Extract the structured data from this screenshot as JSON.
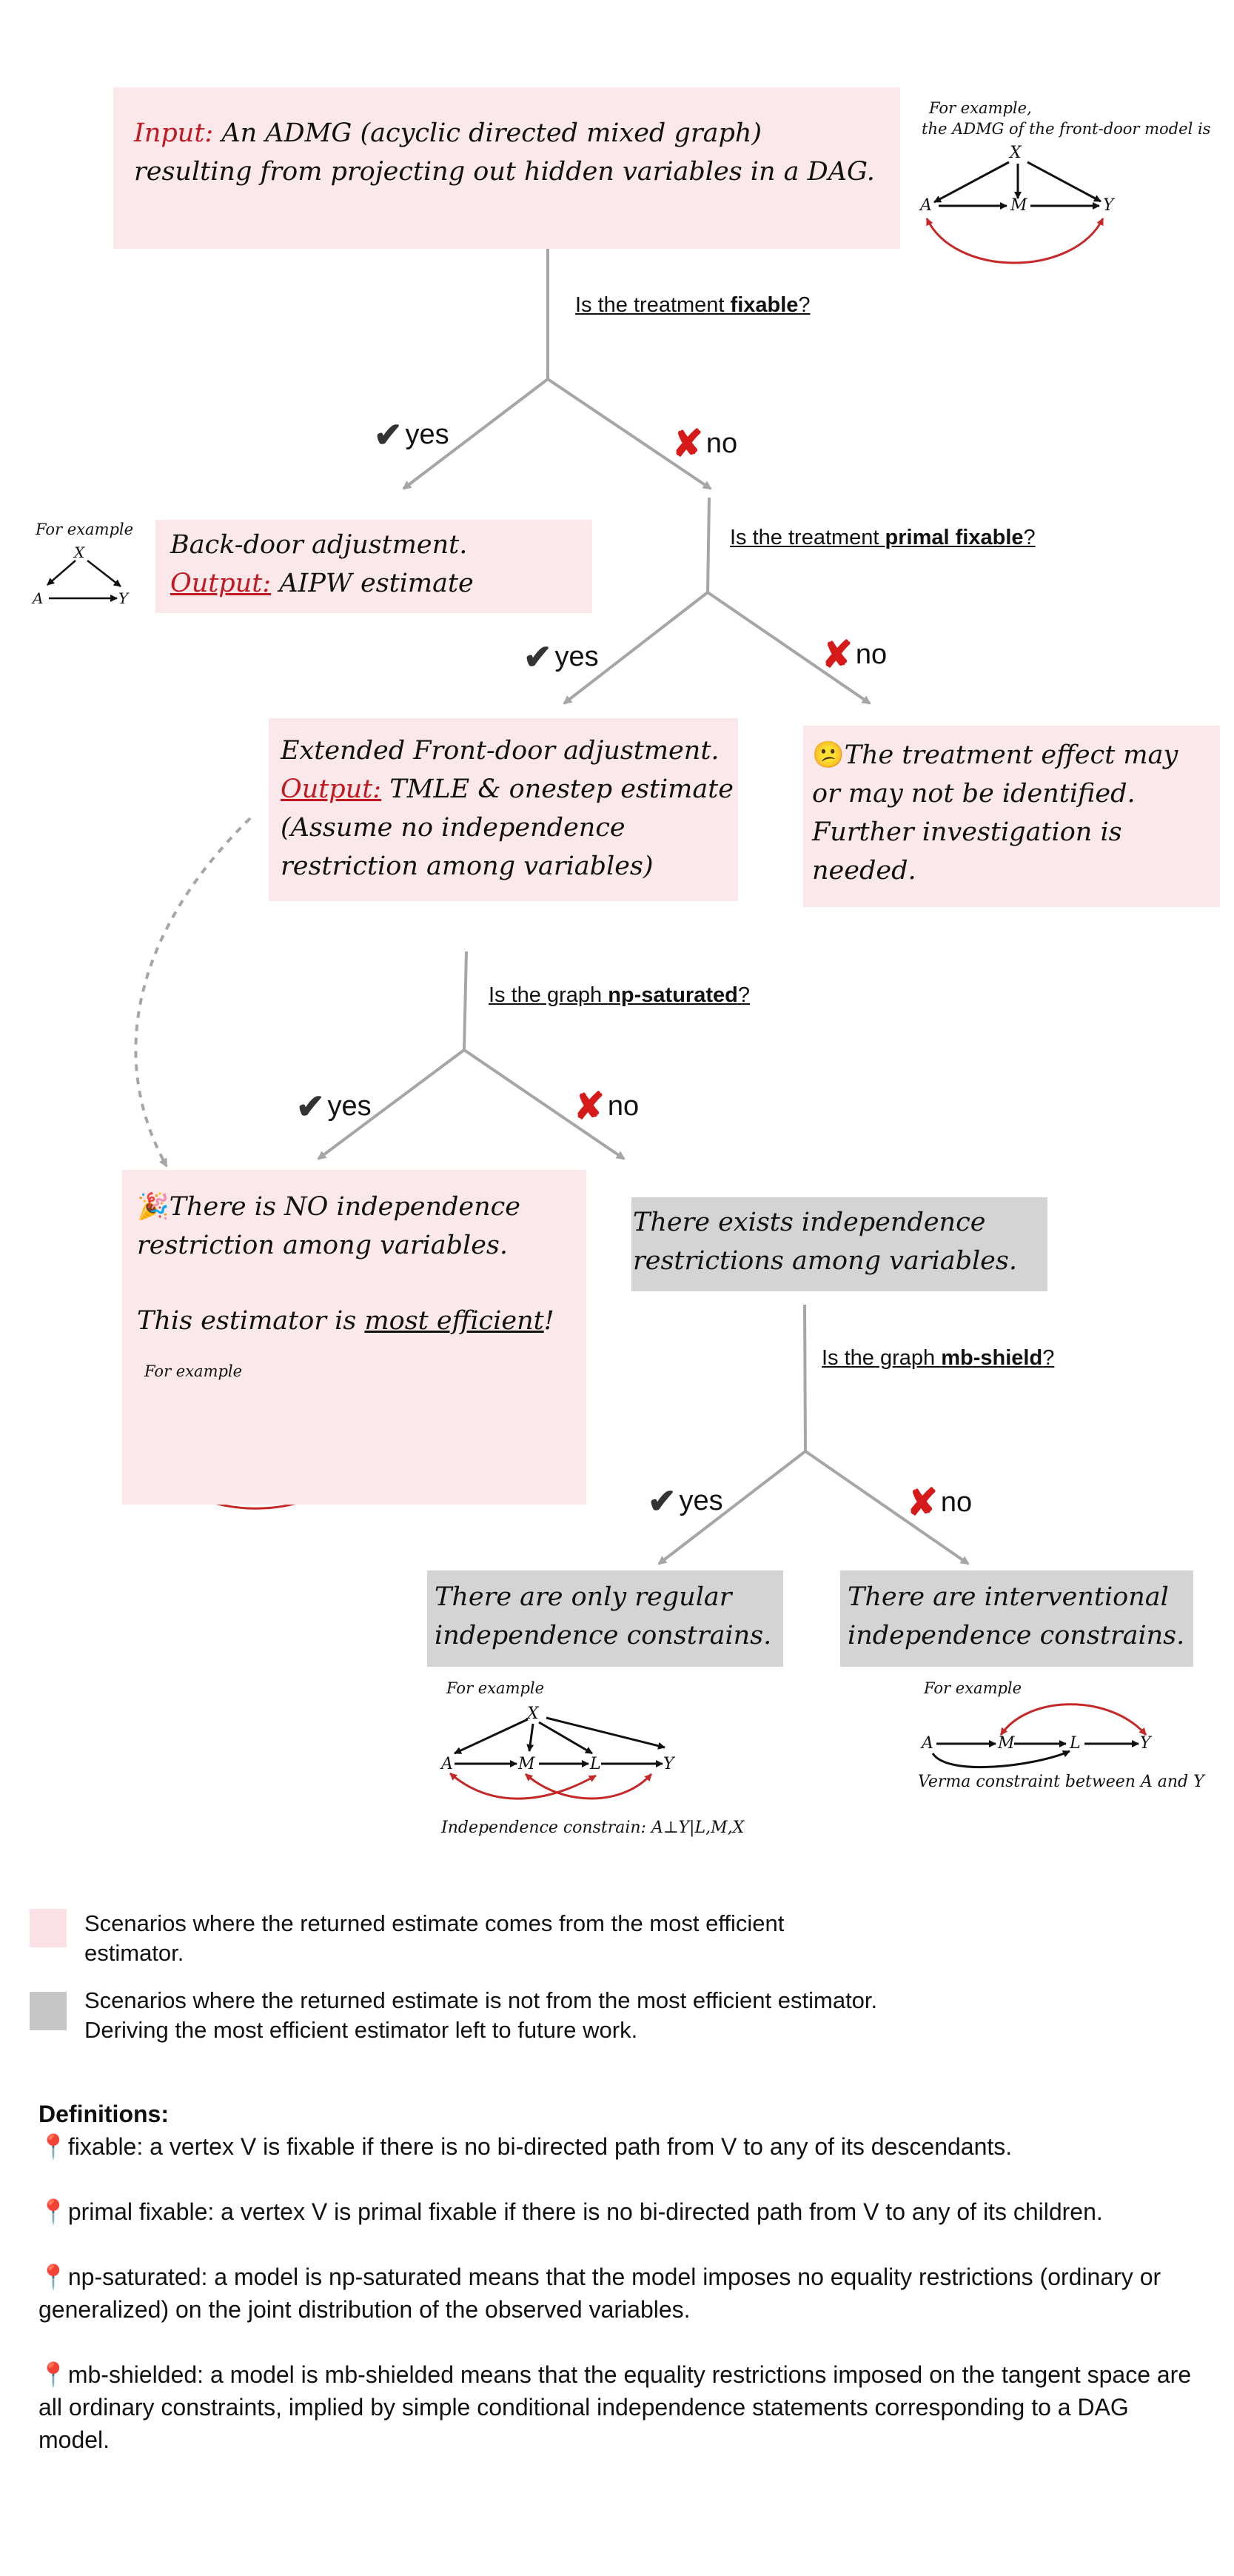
{
  "input_box": {
    "prefix": "Input:",
    "line1": "An ADMG (acyclic directed mixed graph)",
    "line2": "resulting from projecting out hidden variables in a DAG."
  },
  "example_note": {
    "line1": "For example,",
    "line2": "the ADMG of the front-door model is"
  },
  "graph_labels": {
    "x": "X",
    "a": "A",
    "m": "M",
    "y": "Y",
    "l": "L"
  },
  "questions": {
    "q1_pre": "Is the treatment ",
    "q1_bold": "fixable",
    "q1_post": "?",
    "q2_pre": "Is the treatment ",
    "q2_bold": "primal fixable",
    "q2_post": "?",
    "q3_pre": "Is the graph ",
    "q3_bold": "np-saturated",
    "q3_post": "?",
    "q4_pre": "Is the graph ",
    "q4_bold": "mb-shield",
    "q4_post": "?"
  },
  "answers": {
    "yes": "yes",
    "no": "no",
    "check_icon": "✔",
    "cross_icon": "✘"
  },
  "for_example": "For example",
  "backdoor_box": {
    "line1": "Back-door adjustment.",
    "output_label": "Output:",
    "line2": "AIPW estimate"
  },
  "frontdoor_box": {
    "line1": "Extended Front-door adjustment.",
    "output_label": "Output:",
    "line2": "TMLE & onestep estimate",
    "line3": "(Assume no independence",
    "line4": "restriction among variables)"
  },
  "unidentified_box": {
    "emoji": "😕",
    "line1": "The treatment effect may",
    "line2": "or may not be identified.",
    "line3": "Further investigation is",
    "line4": "needed."
  },
  "efficient_box": {
    "emoji": "🎉",
    "line1": "There is NO independence",
    "line2": "restriction among variables.",
    "line3_pre": "This estimator is ",
    "line3_u": "most efficient",
    "line3_post": "!"
  },
  "exists_box": {
    "line1": "There exists independence",
    "line2": "restrictions among variables."
  },
  "regular_box": {
    "line1": "There are only regular",
    "line2": "independence constrains."
  },
  "interventional_box": {
    "line1": "There are interventional",
    "line2": "independence constrains."
  },
  "regular_note": "Independence constrain: A⊥Y|L,M,X",
  "verma_note": "Verma constraint between A and Y",
  "legend": {
    "pink_color": "#fbe1e6",
    "gray_color": "#c6c6c6",
    "pink_line1": "Scenarios where the returned estimate comes from the most efficient",
    "pink_line2": "estimator.",
    "gray_line1": "Scenarios where the returned estimate is not from the most efficient estimator.",
    "gray_line2": "Deriving the most efficient estimator left to future work."
  },
  "definitions": {
    "title": "Definitions:",
    "pin_icon": "📍",
    "d1": "fixable: a vertex V is fixable if there is no bi-directed path from V to any of its descendants.",
    "d2": "primal fixable: a vertex V is primal fixable if there is no bi-directed path from V to any of its children.",
    "d3": "np-saturated: a model is np-saturated means that the model imposes no equality restrictions (ordinary or generalized) on the joint distribution of the observed variables.",
    "d4": "mb-shielded: a model is mb-shielded means that the equality restrictions imposed on the tangent space are all ordinary constraints, implied by simple conditional independence statements corresponding to a DAG model."
  }
}
